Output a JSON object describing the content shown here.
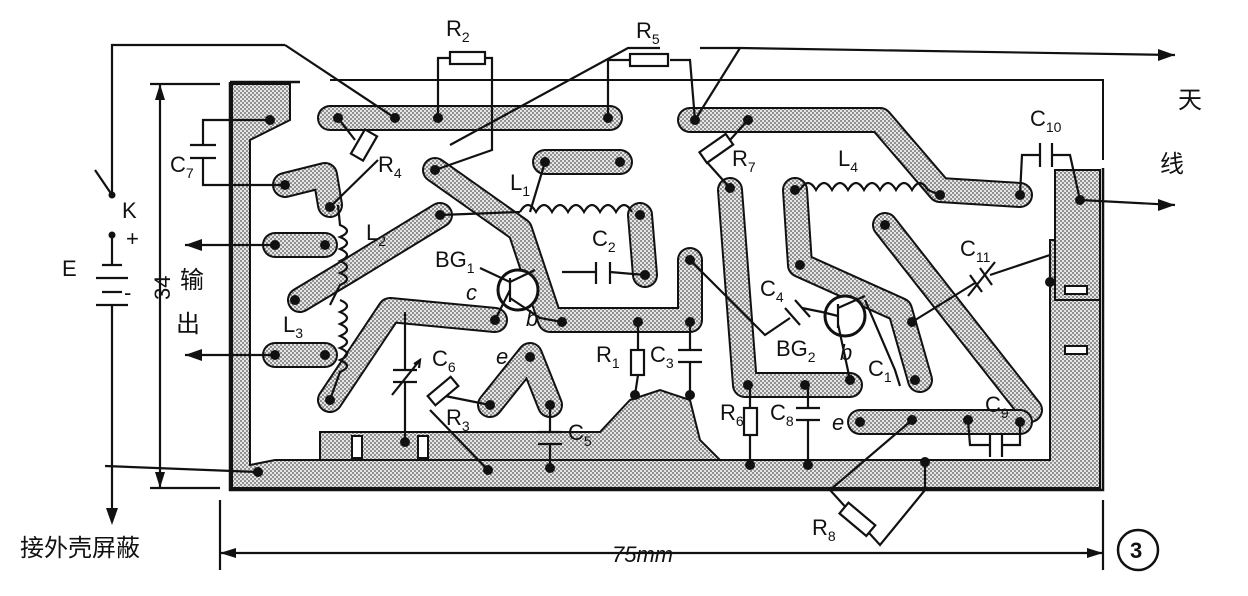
{
  "colors": {
    "ink": "#111111",
    "board": "#d9d9d9",
    "paper": "#ffffff"
  },
  "components": {
    "R2": "R",
    "R2_sub": "2",
    "R5": "R",
    "R5_sub": "5",
    "R4": "R",
    "R4_sub": "4",
    "R7": "R",
    "R7_sub": "7",
    "R1": "R",
    "R1_sub": "1",
    "R3": "R",
    "R3_sub": "3",
    "R6": "R",
    "R6_sub": "6",
    "R8": "R",
    "R8_sub": "8",
    "C7": "C",
    "C7_sub": "7",
    "C10": "C",
    "C10_sub": "10",
    "C11": "C",
    "C11_sub": "11",
    "C2": "C",
    "C2_sub": "2",
    "C3": "C",
    "C3_sub": "3",
    "C4": "C",
    "C4_sub": "4",
    "C5": "C",
    "C5_sub": "5",
    "C6": "C",
    "C6_sub": "6",
    "C8": "C",
    "C8_sub": "8",
    "C9": "C",
    "C9_sub": "9",
    "C1": "C",
    "C1_sub": "1",
    "L1": "L",
    "L1_sub": "1",
    "L2": "L",
    "L2_sub": "2",
    "L3": "L",
    "L3_sub": "3",
    "L4": "L",
    "L4_sub": "4",
    "BG1": "BG",
    "BG1_sub": "1",
    "BG2": "BG",
    "BG2_sub": "2"
  },
  "pins": {
    "c": "c",
    "b": "b",
    "e": "e"
  },
  "switch_label": "K",
  "battery_label": "E",
  "plus": "+",
  "minus": "-",
  "antenna": [
    "天",
    "线"
  ],
  "output": [
    "输",
    "出"
  ],
  "shield_label": "接外壳屏蔽",
  "dim_width": "75mm",
  "dim_height": "34",
  "figure_number": "3"
}
